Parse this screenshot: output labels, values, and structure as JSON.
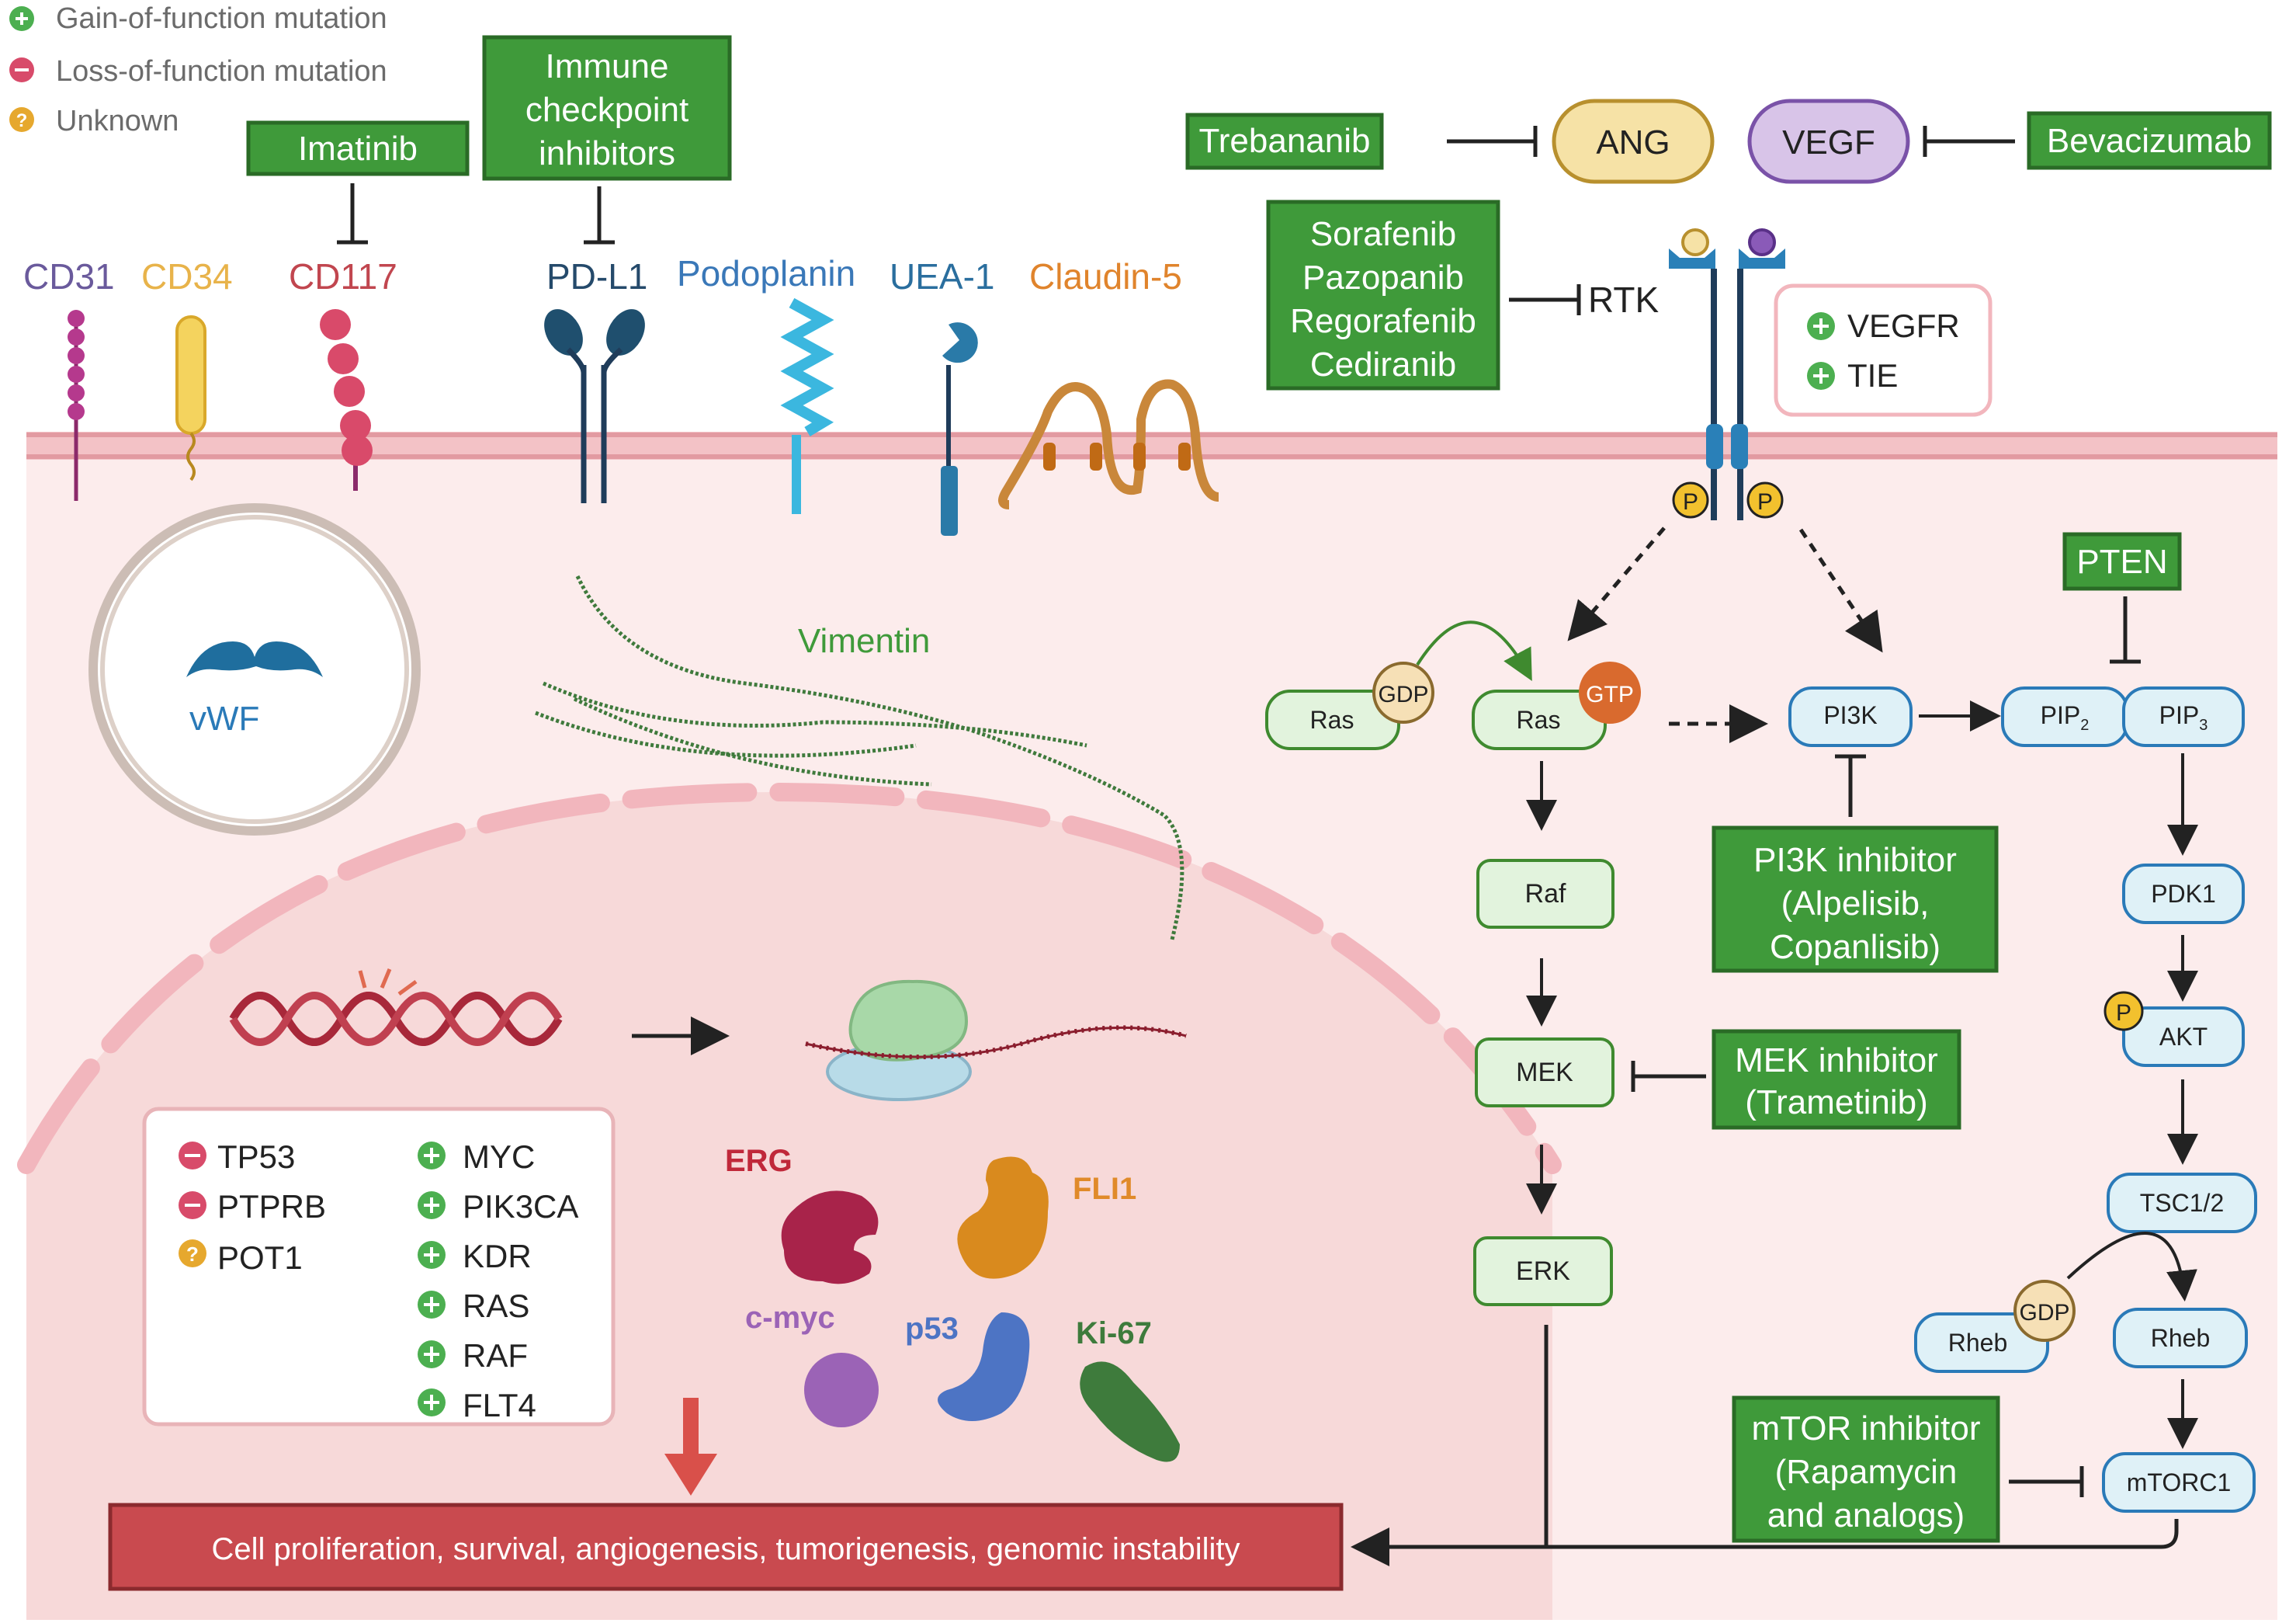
{
  "legend": {
    "gain": "Gain-of-function mutation",
    "loss": "Loss-of-function mutation",
    "unknown": "Unknown"
  },
  "drugs": {
    "imatinib": "Imatinib",
    "checkpoint": [
      "Immune",
      "checkpoint",
      "inhibitors"
    ],
    "trebananib": "Trebananib",
    "bevacizumab": "Bevacizumab",
    "rtk_drugs": [
      "Sorafenib",
      "Pazopanib",
      "Regorafenib",
      "Cediranib"
    ],
    "pten": "PTEN",
    "pi3k_inhibitor": [
      "PI3K inhibitor",
      "(Alpelisib,",
      "Copanlisib)"
    ],
    "mek_inhibitor": [
      "MEK inhibitor",
      "(Trametinib)"
    ],
    "mtor_inhibitor": [
      "mTOR inhibitor",
      "(Rapamycin",
      "and analogs)"
    ]
  },
  "ligands": {
    "ang": "ANG",
    "vegf": "VEGF"
  },
  "rtk": {
    "label": "RTK",
    "receptors": [
      "VEGFR",
      "TIE"
    ],
    "phospho": "P"
  },
  "markers": [
    "CD31",
    "CD34",
    "CD117",
    "PD-L1",
    "Podoplanin",
    "UEA-1",
    "Claudin-5"
  ],
  "cell": {
    "vwf": "vWF",
    "vimentin": "Vimentin"
  },
  "mutations": {
    "loss": [
      "TP53",
      "PTPRB"
    ],
    "unknown": [
      "POT1"
    ],
    "gain": [
      "MYC",
      "PIK3CA",
      "KDR",
      "RAS",
      "RAF",
      "FLT4"
    ]
  },
  "proteins": {
    "erg": "ERG",
    "fli1": "FLI1",
    "cmyc": "c-myc",
    "p53": "p53",
    "ki67": "Ki-67"
  },
  "pathway": {
    "ras": "Ras",
    "gdp": "GDP",
    "gtp": "GTP",
    "raf": "Raf",
    "mek": "MEK",
    "erk": "ERK",
    "pi3k": "PI3K",
    "pip2": "PIP",
    "pip2_sub": "2",
    "pip3": "PIP",
    "pip3_sub": "3",
    "pdk1": "PDK1",
    "p": "P",
    "akt": "AKT",
    "tsc": "TSC1/2",
    "rheb": "Rheb",
    "mtorc1": "mTORC1"
  },
  "outcome": "Cell proliferation, survival, angiogenesis, tumorigenesis, genomic instability",
  "colors": {
    "drug_green": "#3f9a3a",
    "drug_border": "#2a6b26",
    "gain": "#4caf50",
    "loss": "#d84b6a",
    "unknown": "#e6a82e",
    "outcome": "#c94a4f",
    "erg": "#a8234a",
    "fli1": "#d98a1e",
    "cmyc": "#9b63b6",
    "p53": "#4d74c4",
    "ki67": "#3e7b3c"
  }
}
